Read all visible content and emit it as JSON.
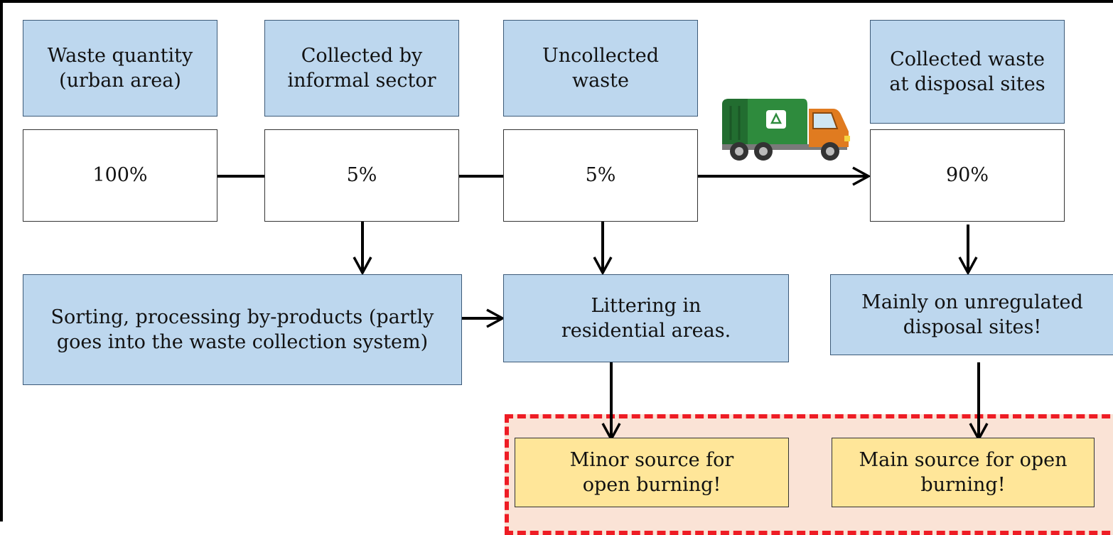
{
  "nodes": {
    "waste_quantity": "Waste quantity (urban area)",
    "informal_sector": "Collected by informal sector",
    "uncollected": "Uncollected waste",
    "disposal_collected": "Collected waste at disposal sites",
    "pct_total": "100%",
    "pct_informal": "5%",
    "pct_uncollected": "5%",
    "pct_disposal": "90%",
    "sorting": "Sorting, processing by-products (partly goes into the waste collection system)",
    "littering": "Littering in residential areas.",
    "unregulated": "Mainly on unregulated disposal sites!",
    "minor_source": "Minor source for open burning!",
    "main_source": "Main source for open burning!"
  },
  "icons": {
    "truck": "garbage-truck-icon",
    "recycle": "recycle-icon"
  },
  "colors": {
    "header_fill": "#bdd7ee",
    "value_fill": "#ffffff",
    "source_fill": "#ffe699",
    "zone_fill": "#fae3d6",
    "zone_border": "#ee1c24",
    "truck_body": "#2e8b3d",
    "truck_cab": "#e07b20"
  }
}
